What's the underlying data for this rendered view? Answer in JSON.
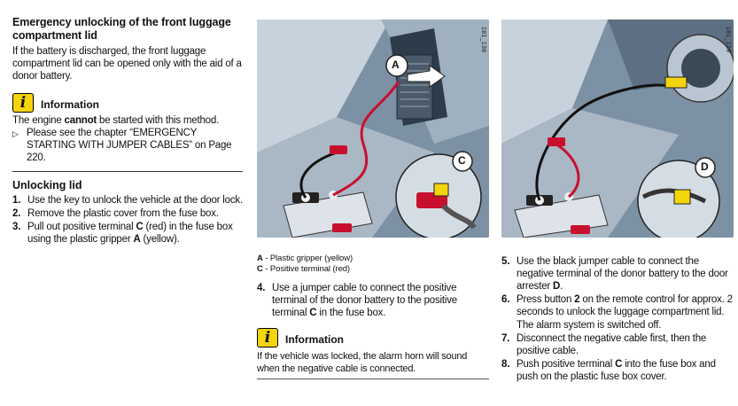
{
  "left": {
    "title_line1": "Emergency unlocking of the front luggage",
    "title_line2": "compartment lid",
    "intro": "If the battery is discharged, the front luggage compartment lid can be opened only with the aid of a donor battery.",
    "info_icon": "i",
    "info_title": "Information",
    "info_text_before": "The engine ",
    "info_text_bold": "cannot",
    "info_text_after": " be started with this method.",
    "bullet_mark": "▷",
    "bullet_text": "Please see the chapter “EMERGENCY STARTING WITH JUMPER CABLES” on Page 220.",
    "section_title": "Unlocking lid",
    "steps": [
      {
        "num": "1.",
        "text": "Use the key to unlock the vehicle at the door lock."
      },
      {
        "num": "2.",
        "text": "Remove the plastic cover from the fuse box."
      },
      {
        "num": "3.",
        "pre": "Pull out positive terminal ",
        "b1": "C",
        "mid": " (red) in the fuse box using the plastic gripper ",
        "b2": "A",
        "post": " (yellow)."
      }
    ]
  },
  "middle": {
    "figure_code": "181_138",
    "callout_a": "A",
    "callout_c": "C",
    "legend_a_letter": "A",
    "legend_a_text": " - Plastic gripper (yellow)",
    "legend_c_letter": "C",
    "legend_c_text": " - Positive terminal (red)",
    "step4_num": "4.",
    "step4_pre": "Use a jumper cable to connect the positive terminal of the donor battery to the positive terminal ",
    "step4_bold": "C",
    "step4_post": " in the fuse box.",
    "info_icon": "i",
    "info_title": "Information",
    "info_text": "If the vehicle was locked, the alarm horn will sound when the negative cable is connected."
  },
  "right": {
    "figure_code": "181_139",
    "callout_d": "D",
    "steps": [
      {
        "num": "5.",
        "pre": "Use the black jumper cable to connect the negative terminal of the donor battery to the door arrester ",
        "b": "D",
        "post": "."
      },
      {
        "num": "6.",
        "pre": "Press button ",
        "b": "2",
        "post": " on the remote control for approx. 2 seconds to unlock the luggage compartment lid."
      },
      {
        "num": "",
        "pre": "The alarm system is switched off.",
        "b": "",
        "post": ""
      },
      {
        "num": "7.",
        "pre": "Disconnect the negative cable first, then the positive cable.",
        "b": "",
        "post": ""
      },
      {
        "num": "8.",
        "pre": "Push positive terminal ",
        "b": "C",
        "post": " into the fuse box and push on the plastic fuse box cover."
      }
    ]
  },
  "colors": {
    "info_yellow": "#f4d40a",
    "cable_red": "#c8102e",
    "illustration_blue": "#8a9cad"
  }
}
